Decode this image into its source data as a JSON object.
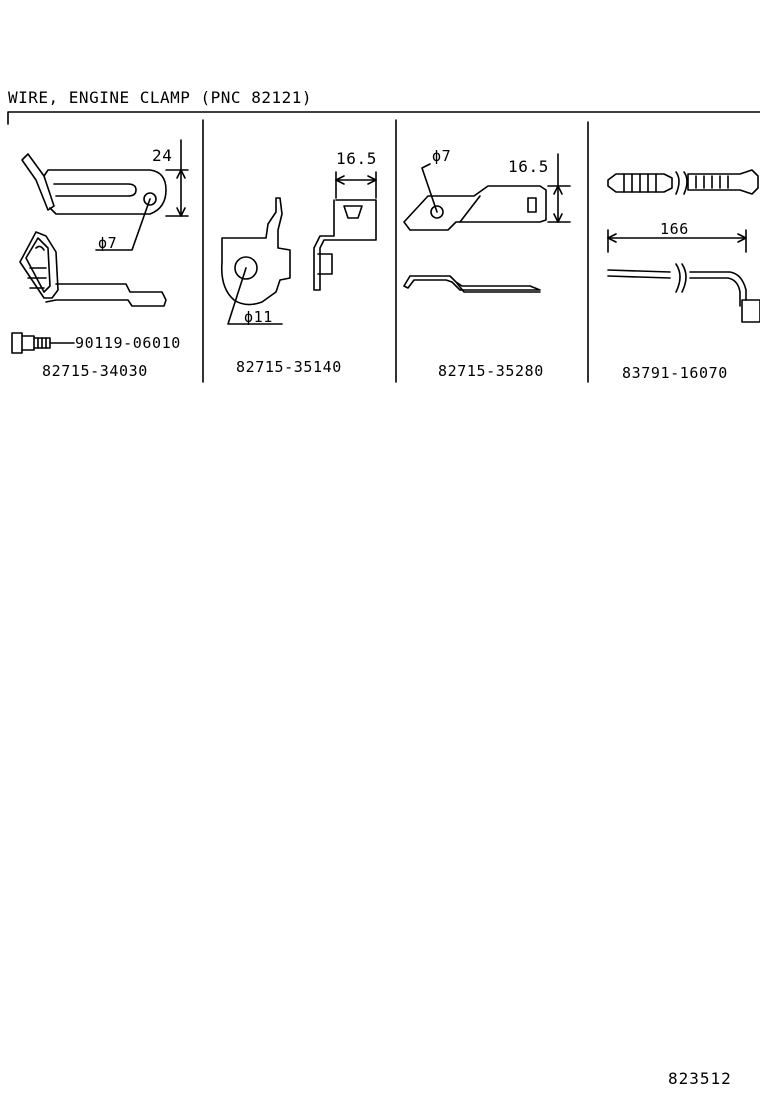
{
  "title": "WIRE, ENGINE CLAMP (PNC 82121)",
  "parts": [
    {
      "part_no": "82715-34030",
      "dim_height": "24",
      "hole": "ϕ7",
      "bolt_no": "90119-06010"
    },
    {
      "part_no": "82715-35140",
      "dim_width": "16.5",
      "hole": "ϕ11"
    },
    {
      "part_no": "82715-35280",
      "dim_height": "16.5",
      "hole": "ϕ7"
    },
    {
      "part_no": "83791-16070",
      "dim_length": "166"
    }
  ],
  "ref_no": "823512"
}
